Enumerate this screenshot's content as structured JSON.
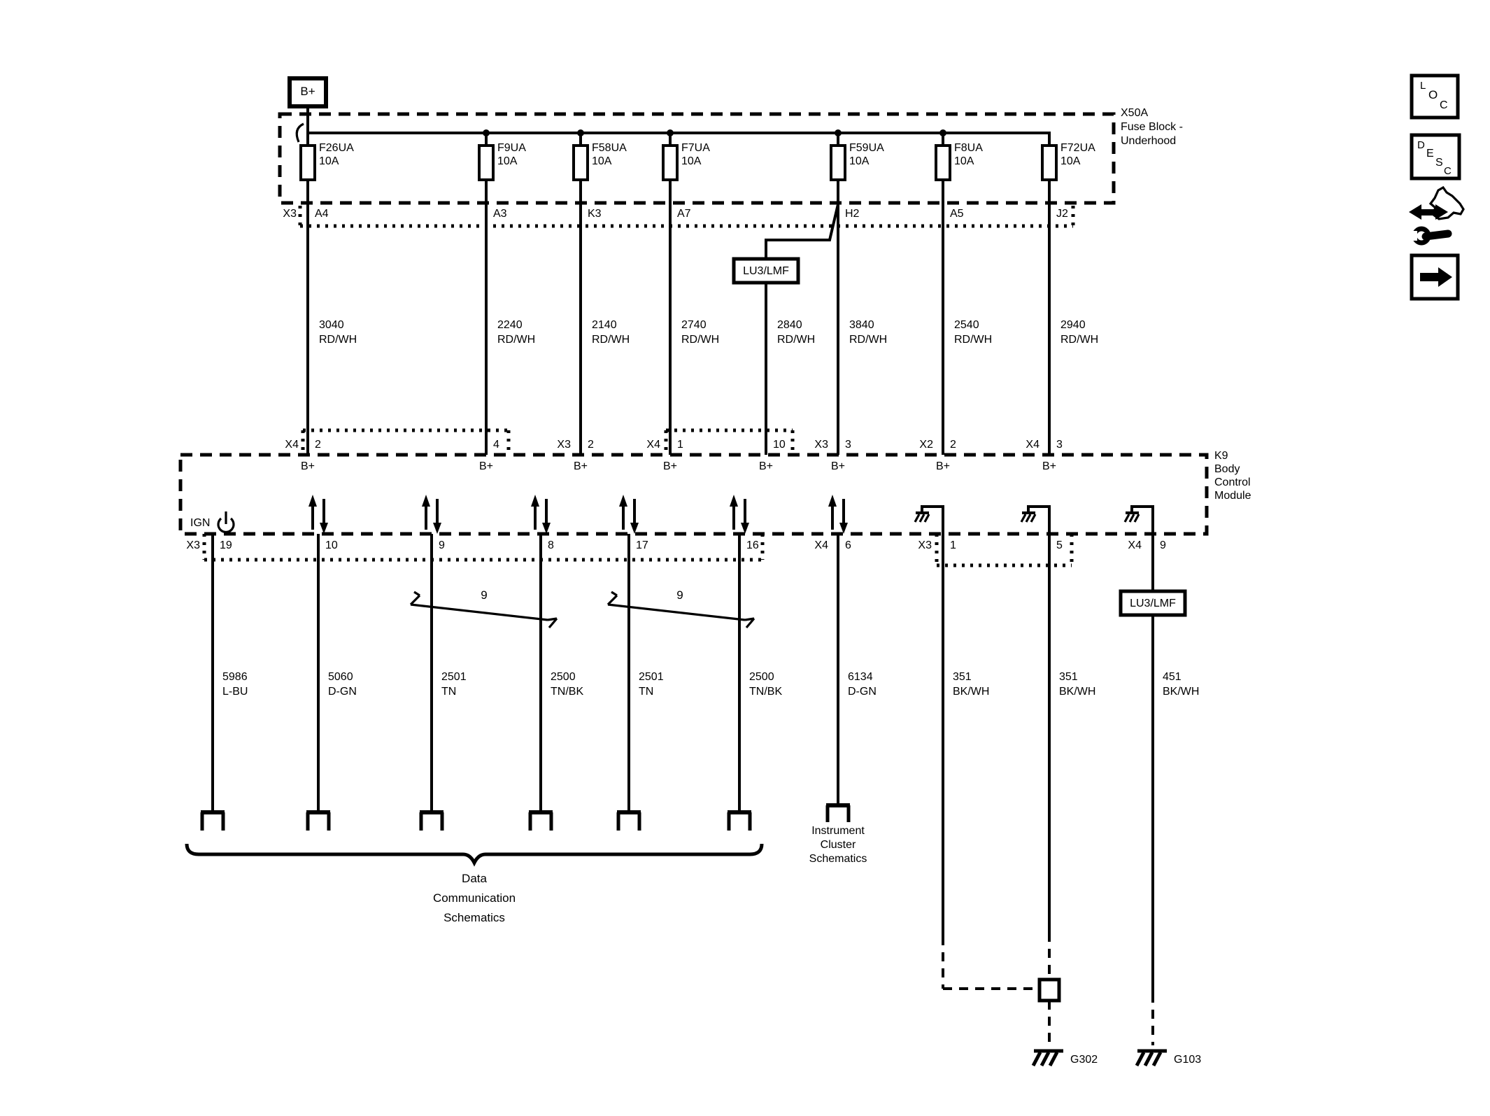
{
  "fuse_block": {
    "power_label": "B+",
    "block_id_lines": [
      "X50A",
      "Fuse Block -",
      "Underhood"
    ],
    "connector_label": "X3",
    "fuses": [
      {
        "name": "F26UA",
        "amps": "10A",
        "pin": "A4"
      },
      {
        "name": "F9UA",
        "amps": "10A",
        "pin": "A3"
      },
      {
        "name": "F58UA",
        "amps": "10A",
        "pin": "K3"
      },
      {
        "name": "F7UA",
        "amps": "10A",
        "pin": "A7"
      },
      {
        "name": "F59UA",
        "amps": "10A",
        "pin": "H2"
      },
      {
        "name": "F8UA",
        "amps": "10A",
        "pin": "A5"
      },
      {
        "name": "F72UA",
        "amps": "10A",
        "pin": "J2"
      }
    ]
  },
  "option_callouts": {
    "top": "LU3/LMF",
    "bottom": "LU3/LMF"
  },
  "wires_upper": [
    {
      "circuit": "3040",
      "color": "RD/WH"
    },
    {
      "circuit": "2240",
      "color": "RD/WH"
    },
    {
      "circuit": "2140",
      "color": "RD/WH"
    },
    {
      "circuit": "2740",
      "color": "RD/WH"
    },
    {
      "circuit": "2840",
      "color": "RD/WH"
    },
    {
      "circuit": "3840",
      "color": "RD/WH"
    },
    {
      "circuit": "2540",
      "color": "RD/WH"
    },
    {
      "circuit": "2940",
      "color": "RD/WH"
    }
  ],
  "bcm": {
    "module_id_lines": [
      "K9",
      "Body",
      "Control",
      "Module"
    ],
    "ign_label": "IGN",
    "power_function_label": "B+",
    "top_pins": [
      {
        "conn": "X4",
        "pin": "2"
      },
      {
        "conn": "",
        "pin": "4"
      },
      {
        "conn": "X3",
        "pin": "2"
      },
      {
        "conn": "X4",
        "pin": "1"
      },
      {
        "conn": "",
        "pin": "10"
      },
      {
        "conn": "X3",
        "pin": "3"
      },
      {
        "conn": "X2",
        "pin": "2"
      },
      {
        "conn": "X4",
        "pin": "3"
      }
    ],
    "bottom_pins": [
      {
        "conn": "X3",
        "pin": "19"
      },
      {
        "conn": "",
        "pin": "10"
      },
      {
        "conn": "",
        "pin": "9"
      },
      {
        "conn": "",
        "pin": "8"
      },
      {
        "conn": "",
        "pin": "17"
      },
      {
        "conn": "",
        "pin": "16"
      },
      {
        "conn": "X4",
        "pin": "6"
      },
      {
        "conn": "X3",
        "pin": "1"
      },
      {
        "conn": "",
        "pin": "5"
      },
      {
        "conn": "X4",
        "pin": "9"
      }
    ]
  },
  "wires_lower": [
    {
      "circuit": "5986",
      "color": "L-BU"
    },
    {
      "circuit": "5060",
      "color": "D-GN"
    },
    {
      "circuit": "2501",
      "color": "TN"
    },
    {
      "circuit": "2500",
      "color": "TN/BK"
    },
    {
      "circuit": "2501",
      "color": "TN"
    },
    {
      "circuit": "2500",
      "color": "TN/BK"
    },
    {
      "circuit": "6134",
      "color": "D-GN"
    },
    {
      "circuit": "351",
      "color": "BK/WH"
    },
    {
      "circuit": "351",
      "color": "BK/WH"
    },
    {
      "circuit": "451",
      "color": "BK/WH"
    }
  ],
  "twisted_pair_notes": [
    "9",
    "9"
  ],
  "destinations": {
    "data_communication_lines": [
      "Data",
      "Communication",
      "Schematics"
    ],
    "instrument_cluster_lines": [
      "Instrument",
      "Cluster",
      "Schematics"
    ]
  },
  "grounds": [
    "G302",
    "G103"
  ],
  "sidebar": {
    "loc_letters": [
      "L",
      "O",
      "C"
    ],
    "desc_letters": [
      "D",
      "E",
      "S",
      "C"
    ]
  }
}
